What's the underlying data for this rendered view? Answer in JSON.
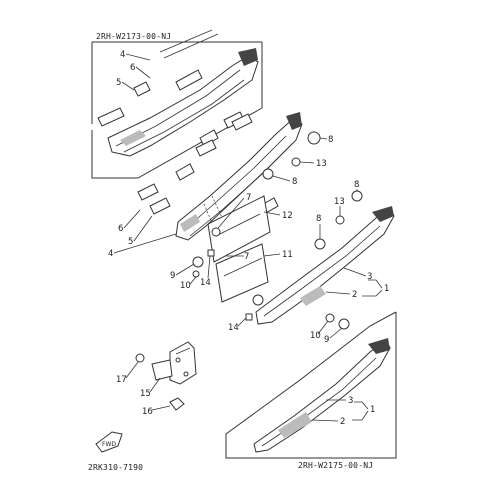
{
  "diagram": {
    "codes": {
      "top_box": "2RH-W2173-00-NJ",
      "bottom_box": "2RH-W2175-00-NJ",
      "figure_ref": "2RK310-7190",
      "fwd_label": "FWD"
    },
    "callouts": [
      {
        "id": "c-4-top",
        "text": "4"
      },
      {
        "id": "c-6-top",
        "text": "6"
      },
      {
        "id": "c-5-top",
        "text": "5"
      },
      {
        "id": "c-8-a",
        "text": "8"
      },
      {
        "id": "c-13-a",
        "text": "13"
      },
      {
        "id": "c-8-b",
        "text": "8"
      },
      {
        "id": "c-8-c",
        "text": "8"
      },
      {
        "id": "c-13-b",
        "text": "13"
      },
      {
        "id": "c-8-d",
        "text": "8"
      },
      {
        "id": "c-7-a",
        "text": "7"
      },
      {
        "id": "c-12",
        "text": "12"
      },
      {
        "id": "c-6-mid",
        "text": "6"
      },
      {
        "id": "c-5-mid",
        "text": "5"
      },
      {
        "id": "c-4-mid",
        "text": "4"
      },
      {
        "id": "c-11",
        "text": "11"
      },
      {
        "id": "c-7-b",
        "text": "7"
      },
      {
        "id": "c-9-a",
        "text": "9"
      },
      {
        "id": "c-10-a",
        "text": "10"
      },
      {
        "id": "c-14-a",
        "text": "14"
      },
      {
        "id": "c-3-a",
        "text": "3"
      },
      {
        "id": "c-2-a",
        "text": "2"
      },
      {
        "id": "c-1-a",
        "text": "1"
      },
      {
        "id": "c-14-b",
        "text": "14"
      },
      {
        "id": "c-10-b",
        "text": "10"
      },
      {
        "id": "c-9-b",
        "text": "9"
      },
      {
        "id": "c-17",
        "text": "17"
      },
      {
        "id": "c-15",
        "text": "15"
      },
      {
        "id": "c-16",
        "text": "16"
      },
      {
        "id": "c-3-b",
        "text": "3"
      },
      {
        "id": "c-1-b",
        "text": "1"
      },
      {
        "id": "c-2-b",
        "text": "2"
      }
    ]
  }
}
